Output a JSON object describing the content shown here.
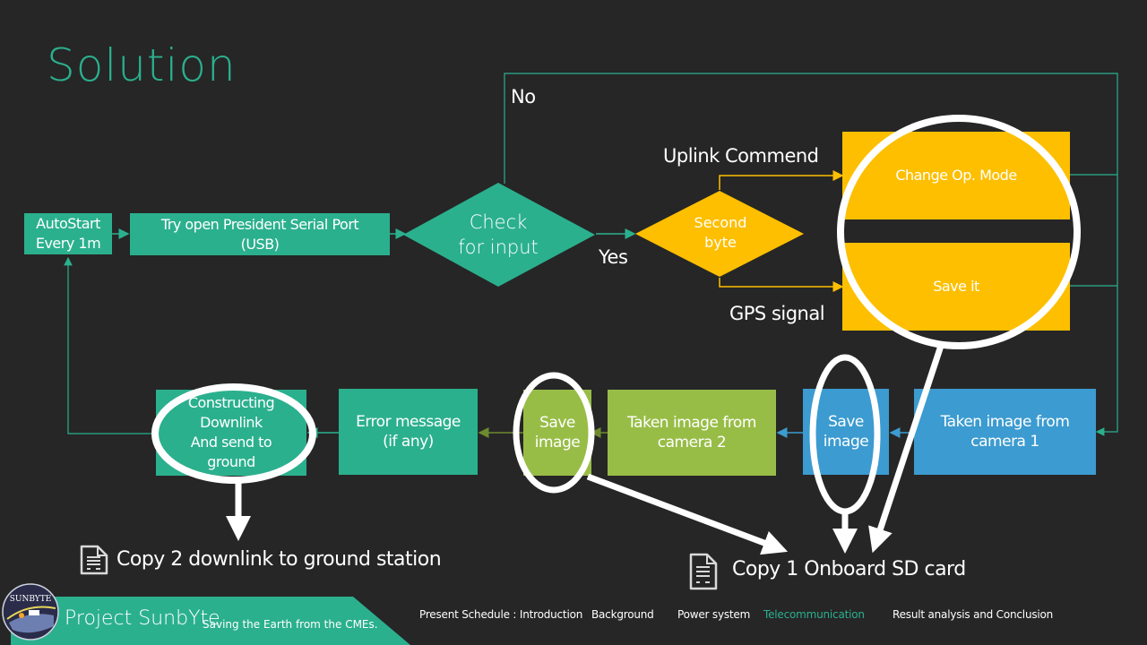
{
  "slide": {
    "title": "Solution",
    "colors": {
      "background": "#262626",
      "teal": "#2bb08e",
      "yellow": "#fdbf00",
      "green": "#98bd47",
      "blue": "#3c9bd0",
      "highlight": "#ffffff"
    }
  },
  "flowchart": {
    "nodes": {
      "autostart": "AutoStart\nEvery 1m",
      "open_port": "Try open President Serial Port\n(USB)",
      "check_input": "Check\nfor input",
      "second_byte": "Second\nbyte",
      "change_mode": "Change Op. Mode",
      "save_it": "Save it",
      "camera1": "Taken image from\ncamera 1",
      "save_image_1": "Save\nimage",
      "camera2": "Taken image from\ncamera 2",
      "save_image_2": "Save\nimage",
      "error_message": "Error message\n(if any)",
      "downlink": "Constructing\nDownlink\nAnd send to\nground"
    },
    "edge_labels": {
      "no": "No",
      "yes": "Yes",
      "uplink": "Uplink Commend",
      "gps": "GPS signal"
    }
  },
  "outputs": {
    "copy2": {
      "icon": "document-icon",
      "label": "Copy 2 downlink to ground station"
    },
    "copy1": {
      "icon": "document-icon",
      "label": "Copy 1 Onboard SD card"
    }
  },
  "footer": {
    "logo_icon": "sunbyte-logo",
    "project_title": "Project SunbYte",
    "tagline": "Saving the Earth from the CMEs.",
    "schedule": [
      {
        "label": "Present Schedule : Introduction",
        "active": false
      },
      {
        "label": "Background",
        "active": false
      },
      {
        "label": "Power system",
        "active": false
      },
      {
        "label": "Telecommunication",
        "active": true
      },
      {
        "label": "Result analysis and Conclusion",
        "active": false
      }
    ]
  }
}
